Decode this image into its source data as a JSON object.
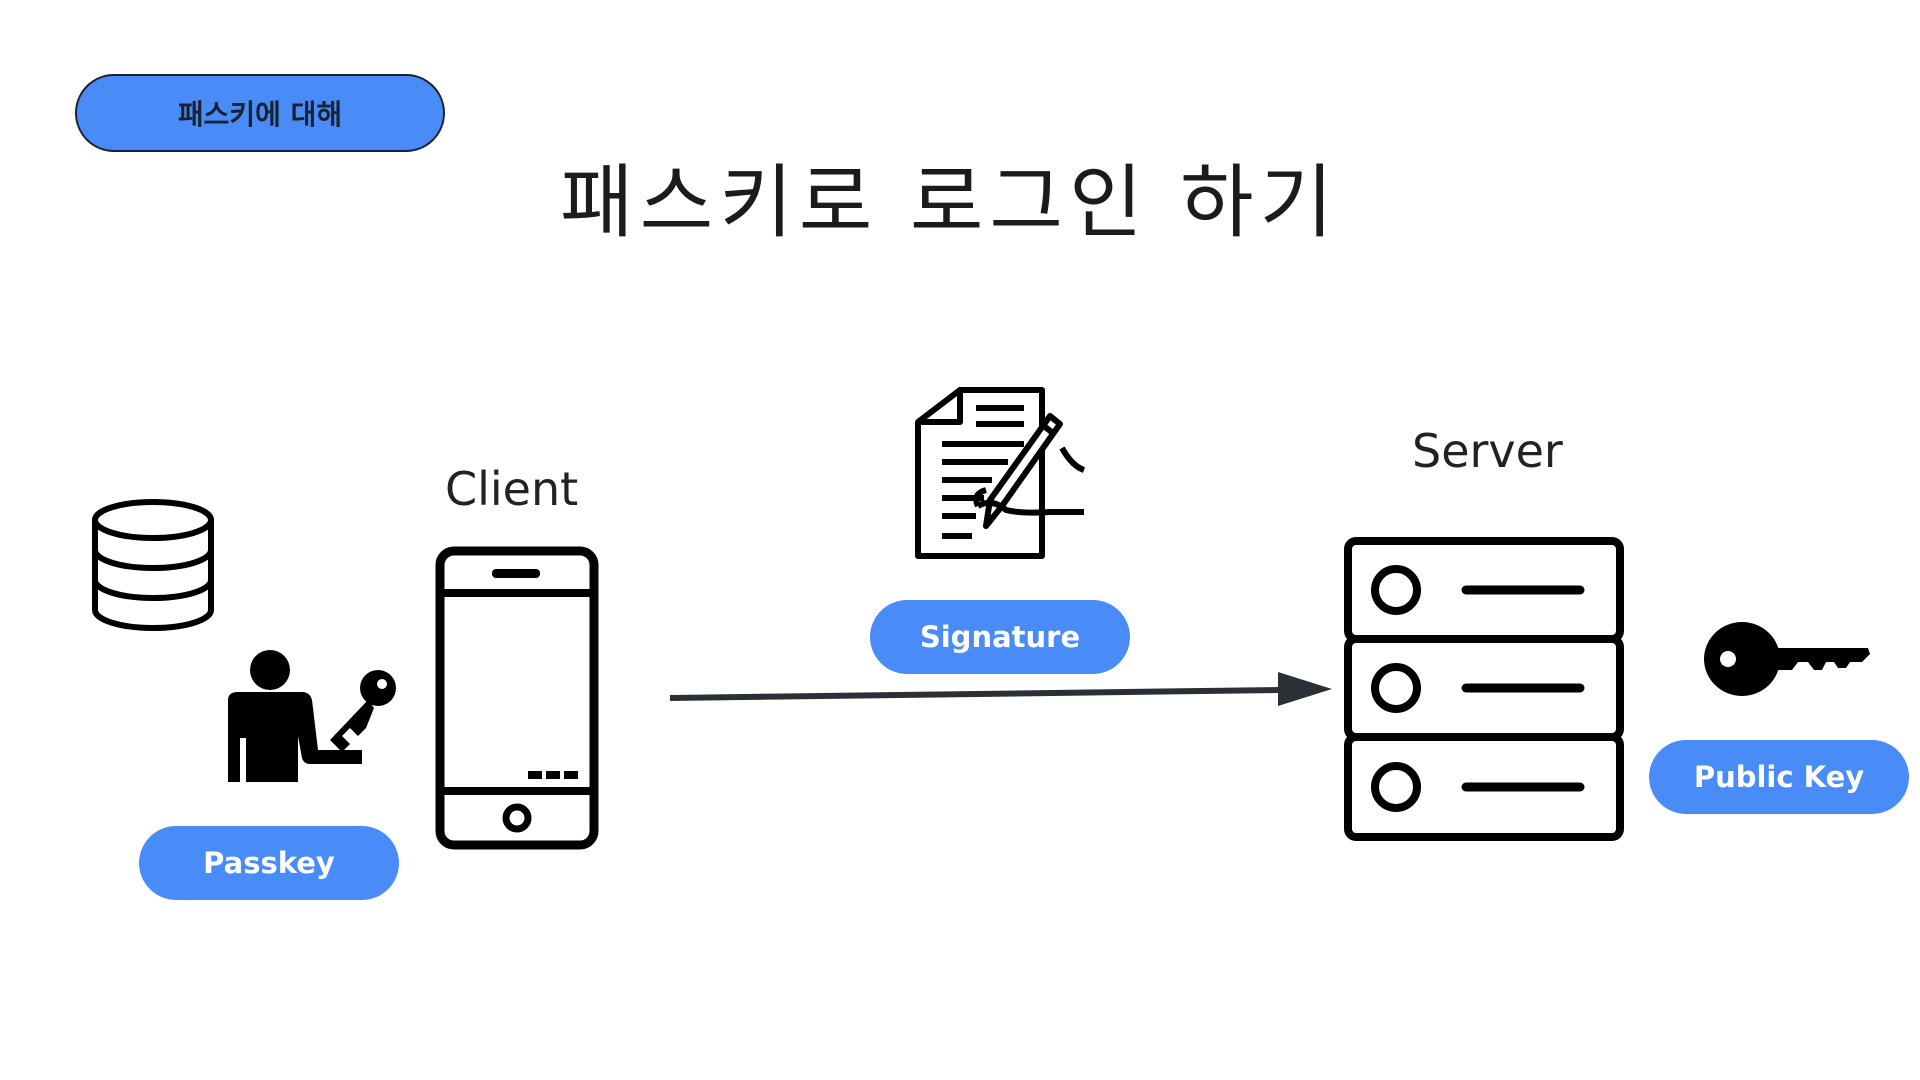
{
  "topic_pill": {
    "label": "패스키에 대해"
  },
  "title": "패스키로 로그인 하기",
  "client": {
    "label": "Client"
  },
  "server": {
    "label": "Server"
  },
  "passkey": {
    "label": "Passkey"
  },
  "signature": {
    "label": "Signature"
  },
  "public_key": {
    "label": "Public Key"
  },
  "icons": [
    "database-icon",
    "person-with-key-icon",
    "smartphone-icon",
    "signed-document-icon",
    "server-rack-icon",
    "key-icon",
    "arrow-right-icon"
  ],
  "colors": {
    "accent": "#4a8cf7",
    "ink": "#000000",
    "arrow": "#2b2f36"
  }
}
